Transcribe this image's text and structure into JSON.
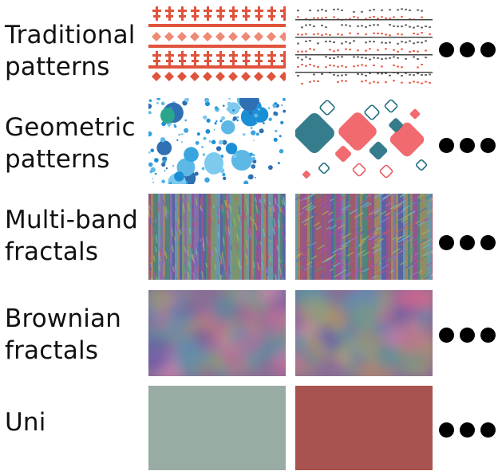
{
  "rows": [
    {
      "label_line1": "Traditional",
      "label_line2": "patterns",
      "pattern": "traditional",
      "dots": "•••"
    },
    {
      "label_line1": "Geometric",
      "label_line2": "patterns",
      "pattern": "geometric",
      "dots": "•••"
    },
    {
      "label_line1": "Multi-band",
      "label_line2": "fractals",
      "pattern": "multiband",
      "dots": "•••"
    },
    {
      "label_line1": "Brownian",
      "label_line2": "fractals",
      "pattern": "brownian",
      "dots": "•••"
    },
    {
      "label_line1": "Uni",
      "label_line2": "",
      "pattern": "uniform",
      "dots": "•••"
    }
  ],
  "colors": {
    "pattern_red": "#e0533c",
    "pattern_red_light": "#ef8a74",
    "geo_blue": "#1b8fd6",
    "geo_blue_light": "#7ec9ee",
    "geo_teal": "#1f6f7f",
    "geo_coral": "#ef5a5f",
    "uni_left": "#99aca4",
    "uni_right": "#a95350"
  }
}
